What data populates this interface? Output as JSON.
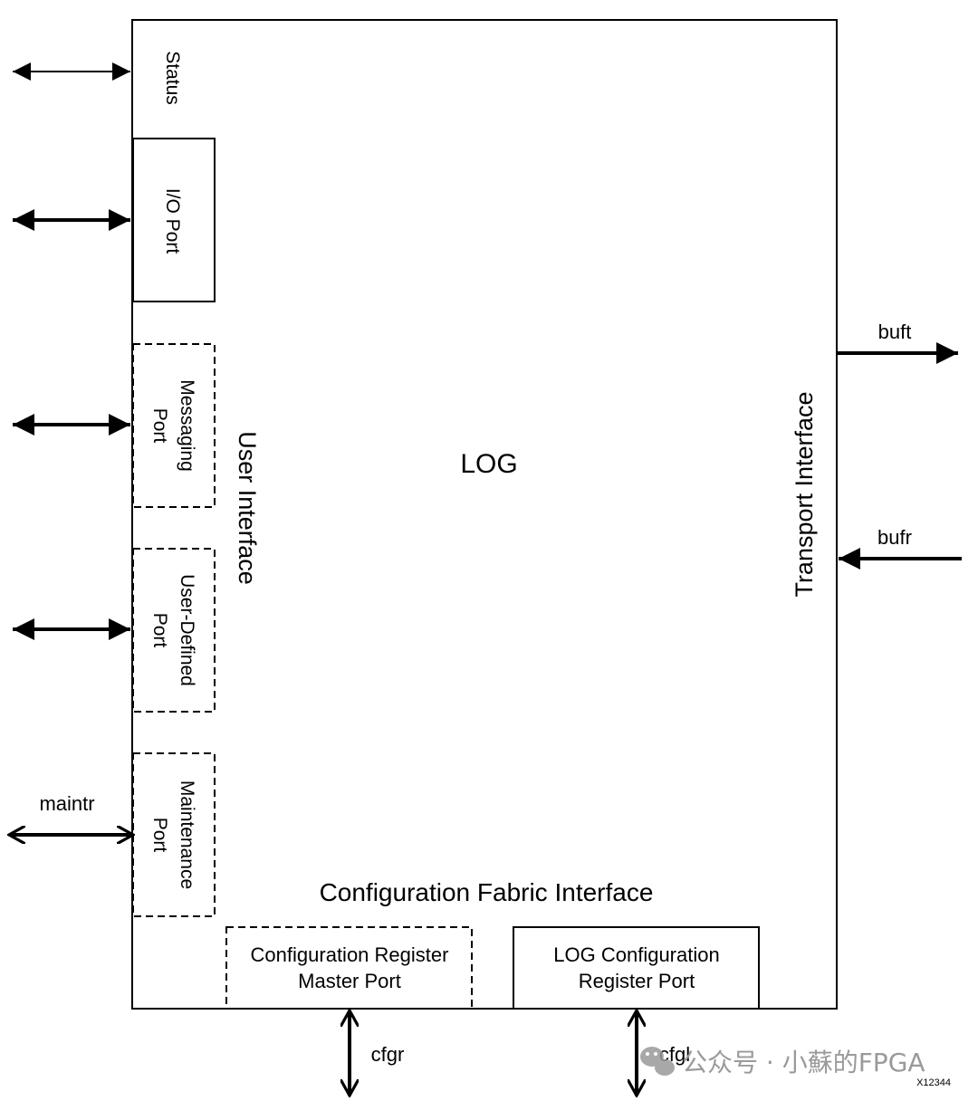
{
  "diagram": {
    "main_block": "LOG",
    "user_interface": "User Interface",
    "transport_interface": "Transport Interface",
    "config_fabric_interface": "Configuration Fabric Interface",
    "ports": {
      "status": "Status",
      "io_port": "I/O Port",
      "messaging_port_line1": "Messaging",
      "messaging_port_line2": "Port",
      "user_defined_port_line1": "User-Defined",
      "user_defined_port_line2": "Port",
      "maintenance_port_line1": "Maintenance",
      "maintenance_port_line2": "Port",
      "config_register_master_line1": "Configuration Register",
      "config_register_master_line2": "Master Port",
      "log_config_register_line1": "LOG Configuration",
      "log_config_register_line2": "Register Port"
    },
    "signals": {
      "maintr": "maintr",
      "buft": "buft",
      "bufr": "bufr",
      "cfgr": "cfgr",
      "cfgl": "cfgl"
    },
    "figure_id": "X12344",
    "watermark": "公众号 · 小蘇的FPGA",
    "stroke_color": "#000000",
    "watermark_color": "#9a9a9a"
  }
}
